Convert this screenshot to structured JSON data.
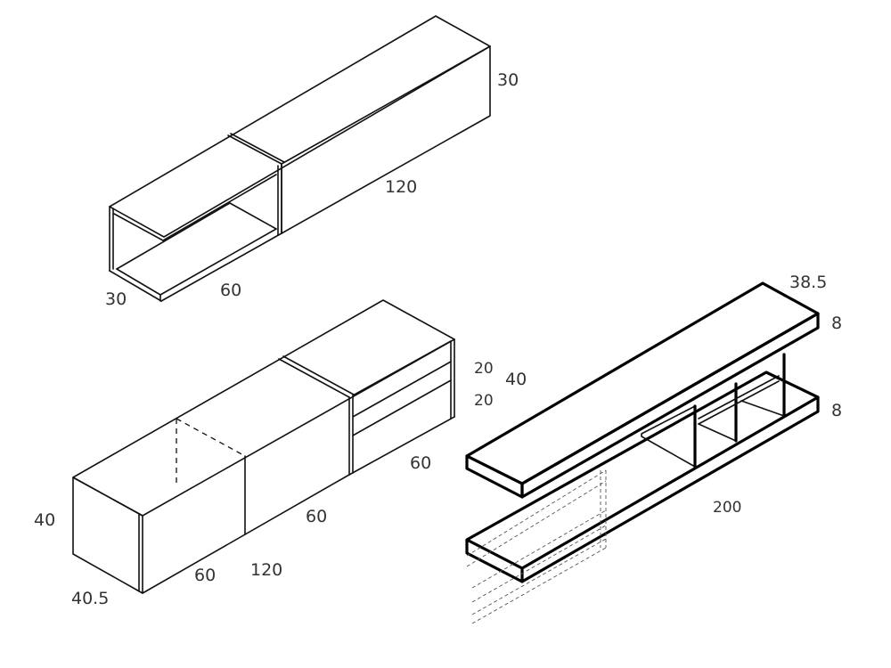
{
  "colors": {
    "line": "#111111",
    "panel_fill": "#ececec",
    "text": "#333333",
    "background": "#ffffff"
  },
  "top_unit": {
    "height": "30",
    "depth": "30",
    "width_open": "60",
    "width_closed": "120"
  },
  "low_unit": {
    "drawer_top": "20",
    "drawer_bottom": "20",
    "drawers_total": "40",
    "drawer_width": "60",
    "door_width": "60",
    "height": "40",
    "depth": "40.5",
    "front_width": "60",
    "middle_width": "120"
  },
  "shelf_unit": {
    "depth": "38.5",
    "top_thickness": "8",
    "bottom_thickness": "8",
    "width": "200"
  }
}
